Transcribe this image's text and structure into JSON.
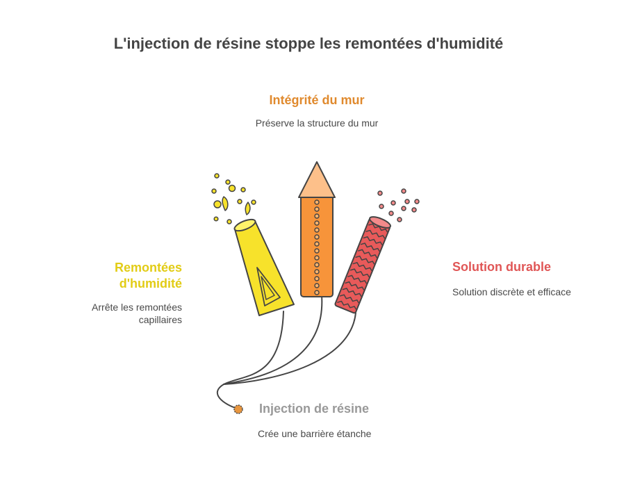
{
  "title": "L'injection de résine stoppe les remontées d'humidité",
  "top": {
    "label": "Intégrité du mur",
    "description": "Préserve la structure du mur",
    "color": "#e08a2e"
  },
  "left": {
    "label": "Remontées d'humidité",
    "description": "Arrête les remontées capillaires",
    "color": "#e2cc16"
  },
  "right": {
    "label": "Solution durable",
    "description": "Solution discrète et efficace",
    "color": "#e05656"
  },
  "bottom": {
    "label": "Injection de résine",
    "description": "Crée une barrière étanche",
    "color": "#999999"
  },
  "icons": [
    "yellow-cone-firework-icon",
    "orange-rocket-firework-icon",
    "red-zigzag-firework-icon",
    "fuse-spark-icon"
  ]
}
